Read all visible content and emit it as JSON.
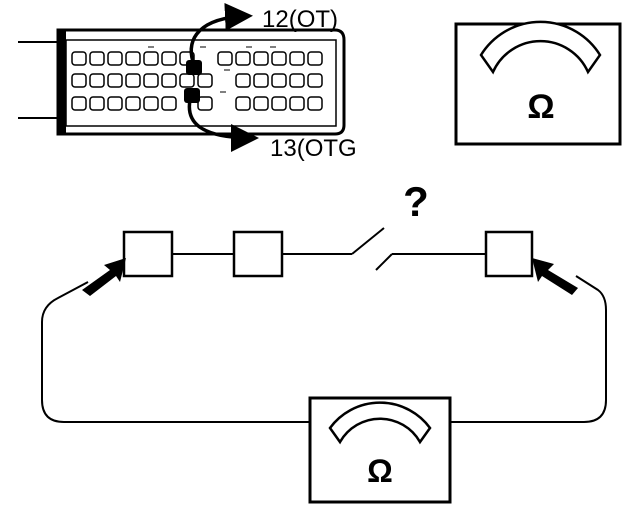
{
  "connector": {
    "pin_top_label": "12(OT)",
    "pin_bottom_label": "13(OTG"
  },
  "meter": {
    "symbol": "Ω"
  },
  "circuit": {
    "question_mark": "?"
  },
  "colors": {
    "ink": "#000000",
    "paper": "#ffffff",
    "connector_shade": "#e6e6e6"
  }
}
